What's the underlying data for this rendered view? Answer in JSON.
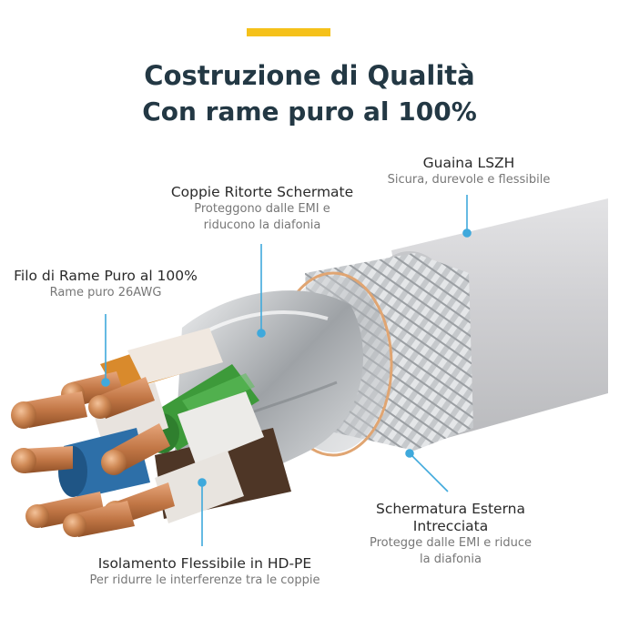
{
  "header": {
    "title": "Costruzione di Qualità",
    "subtitle": "Con rame puro al 100%",
    "accent_color": "#f5c11a",
    "text_color": "#233844"
  },
  "callouts": {
    "copper": {
      "title": "Filo di Rame Puro al 100%",
      "desc": "Rame puro 26AWG"
    },
    "pairs": {
      "title": "Coppie Ritorte Schermate",
      "desc_line1": "Proteggono dalle EMI e",
      "desc_line2": "riducono la diafonia"
    },
    "jacket": {
      "title": "Guaina LSZH",
      "desc": "Sicura, durevole e flessibile"
    },
    "braid": {
      "title_line1": "Schermatura Esterna",
      "title_line2": "Intrecciata",
      "desc_line1": "Protegge dalle EMI e riduce",
      "desc_line2": "la diafonia"
    },
    "insulation": {
      "title": "Isolamento Flessibile in HD-PE",
      "desc": "Per ridurre le interferenze tra le coppie"
    }
  },
  "colors": {
    "leader": "#3fa9dc",
    "jacket": "#d3d3d5",
    "copper": "#c8824e",
    "foil": "#b9bcbf",
    "green_insulation": "#3d9a3a",
    "blue_insulation": "#2d6fa8",
    "orange_insulation": "#d98a2c",
    "brown_insulation": "#5a4030"
  }
}
